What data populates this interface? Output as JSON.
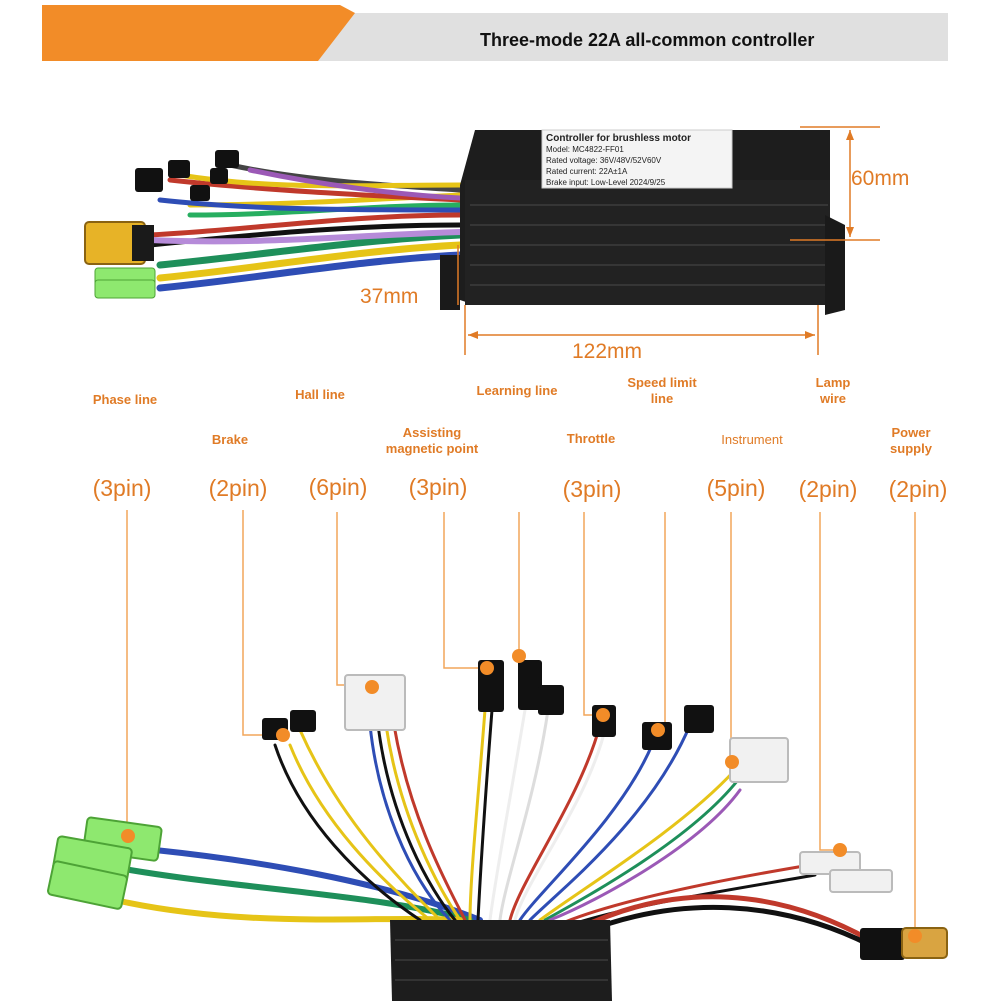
{
  "banner": {
    "title": "Three-mode 22A all-common controller",
    "accent": "#f28c28"
  },
  "label_sticker": {
    "heading": "Controller for brushless motor",
    "lines": [
      "Model: MC4822-FF01",
      "Rated voltage: 36V/48V/52V60V",
      "Rated current: 22A±1A",
      "Brake input: Low-Level  2024/9/25"
    ]
  },
  "dimensions": {
    "height": "60mm",
    "depth": "37mm",
    "length": "122mm"
  },
  "connectors": [
    {
      "label": "Phase line",
      "pins": "(3pin)"
    },
    {
      "label": "Brake",
      "pins": "(2pin)"
    },
    {
      "label": "Hall line",
      "pins": "(6pin)"
    },
    {
      "label": "Assisting magnetic point",
      "pins": "(3pin)"
    },
    {
      "label": "Learning line",
      "pins": ""
    },
    {
      "label": "Throttle",
      "pins": "(3pin)"
    },
    {
      "label": "Speed limit line",
      "pins": ""
    },
    {
      "label": "Instrument",
      "pins": "(5pin)"
    },
    {
      "label": "Lamp wire",
      "pins": "(2pin)"
    },
    {
      "label": "Power supply",
      "pins": "(2pin)"
    }
  ],
  "colors": {
    "accent": "#e07b26",
    "leader": "#f2a65a",
    "controller": "#1d1d1d"
  }
}
